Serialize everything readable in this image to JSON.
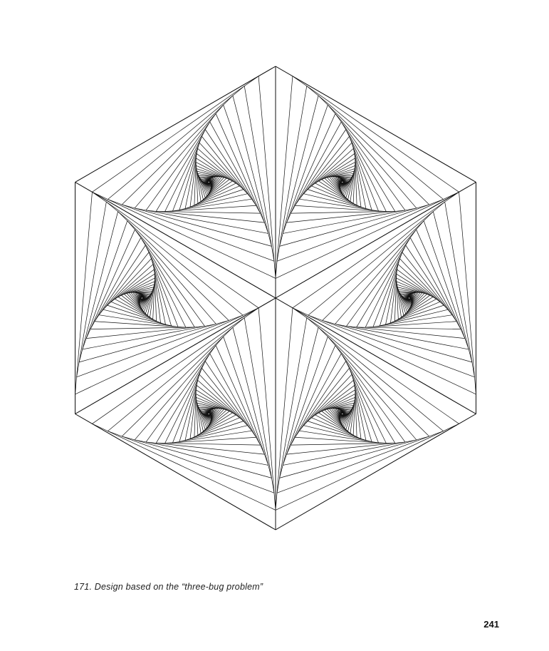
{
  "figure": {
    "name": "three-bug problem design",
    "kind": "pursuit-curve line art",
    "tiles": 6,
    "bugs_per_tile": 3,
    "steps_per_curve": 36,
    "line_color": "#111111",
    "background_color": "#ffffff"
  },
  "caption": {
    "text": "171. Design based on the “three-bug problem”"
  },
  "page": {
    "number": "241"
  }
}
